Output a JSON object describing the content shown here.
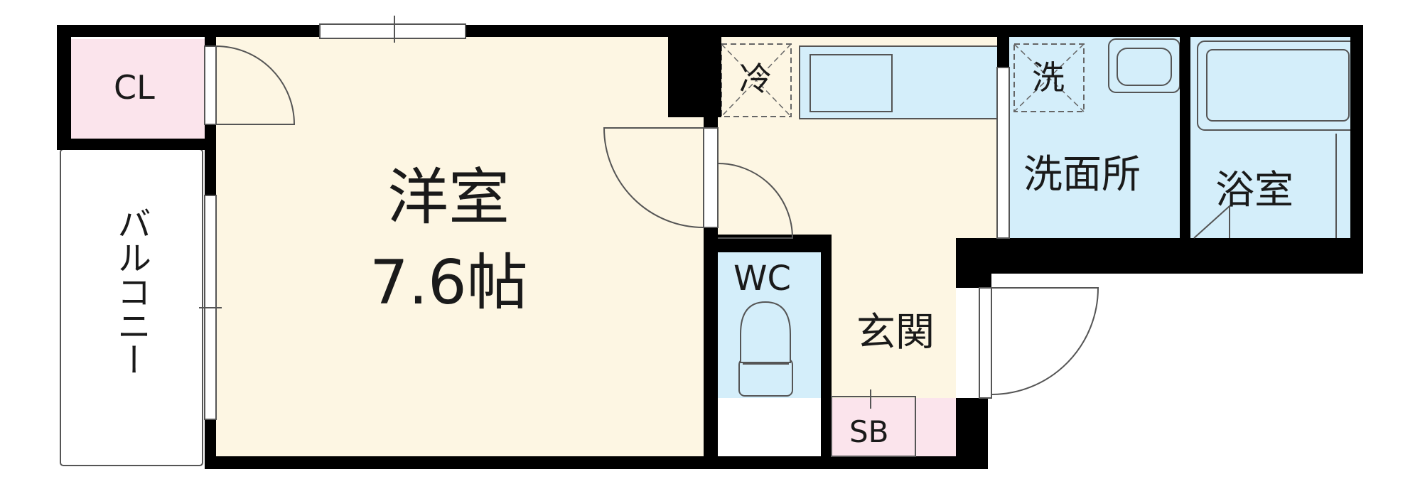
{
  "rooms": {
    "closet": "CL",
    "balcony": "バルコニー",
    "western_room": "洋室",
    "western_room_size": "7.6帖",
    "refrigerator": "冷",
    "washer": "洗",
    "washroom": "洗面所",
    "bathroom": "浴室",
    "toilet": "WC",
    "entrance": "玄関",
    "shoe_box": "SB"
  },
  "colors": {
    "wall": "#000000",
    "western_room": "#fdf6e3",
    "kitchen": "#fdf6e3",
    "entrance": "#fdf6e3",
    "wet_area": "#d4eefa",
    "closet": "#fbe4ec",
    "shoe_box": "#fbe4ec",
    "balcony": "#ffffff"
  }
}
